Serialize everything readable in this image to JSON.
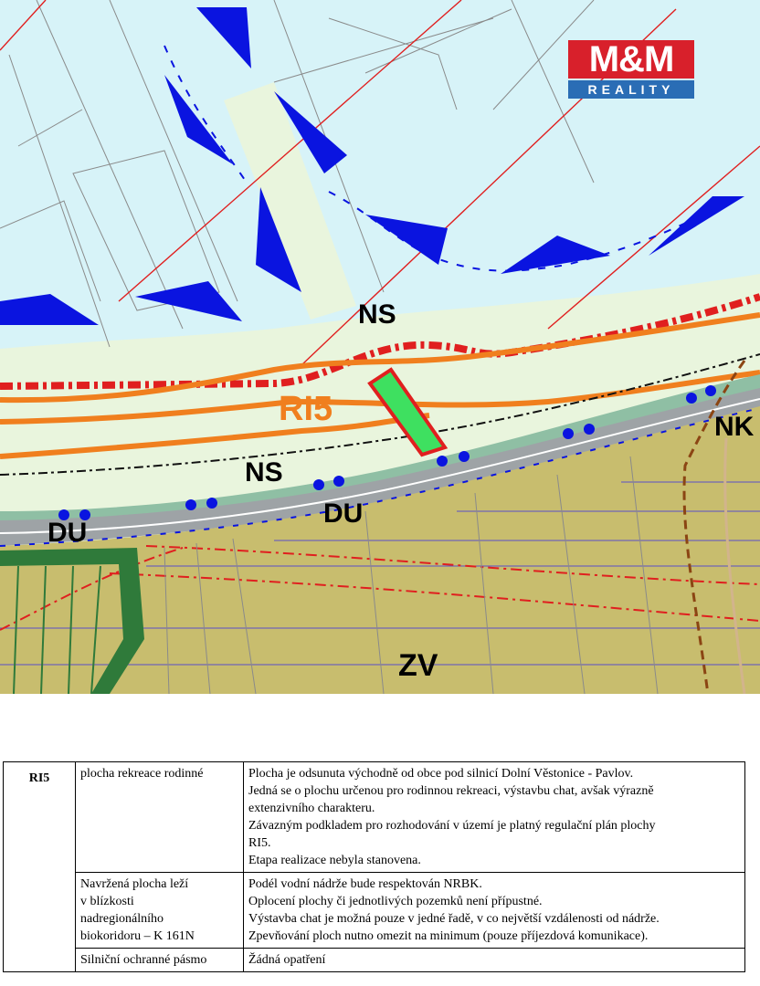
{
  "map": {
    "labels": {
      "ns_top": "NS",
      "ns_mid": "NS",
      "ri5": "RI5",
      "du_center": "DU",
      "du_left": "DU",
      "zv": "ZV",
      "nk_edge": "NK"
    },
    "colors": {
      "water": "#d7f3f8",
      "meadow": "#e9f5dd",
      "field": "#c8bd6e",
      "road": "#9ea3a6",
      "green_band": "#8fbfa4",
      "orange": "#f07f1e",
      "red": "#e01f1f",
      "blue": "#0a14e0",
      "forest": "#2f7a3a",
      "plot_fill": "#3ee060"
    }
  },
  "logo": {
    "brand": "M&M",
    "sub": "REALITY"
  },
  "table": {
    "rows": [
      {
        "code": "RI5",
        "type": "plocha rekreace rodinné",
        "desc": [
          "Plocha je odsunuta východně od obce pod silnicí Dolní Věstonice - Pavlov.",
          "Jedná se o plochu určenou pro rodinnou rekreaci, výstavbu chat, avšak výrazně",
          "extenzivního charakteru.",
          "Závazným podkladem pro rozhodování v území je platný regulační plán plochy",
          "RI5.",
          "Etapa realizace nebyla stanovena."
        ]
      },
      {
        "code": "",
        "type": [
          "Navržená plocha leží",
          "v blízkosti",
          "nadregionálního",
          "biokoridoru – K 161N"
        ],
        "desc": [
          "Podél vodní nádrže bude respektován NRBK.",
          "Oplocení plochy či jednotlivých pozemků není přípustné.",
          "Výstavba chat je možná pouze v jedné řadě, v co největší vzdálenosti od nádrže.",
          "Zpevňování ploch nutno omezit na minimum (pouze příjezdová komunikace)."
        ]
      },
      {
        "code": "",
        "type": "Silniční ochranné pásmo",
        "desc": [
          "Žádná opatření"
        ]
      }
    ]
  }
}
